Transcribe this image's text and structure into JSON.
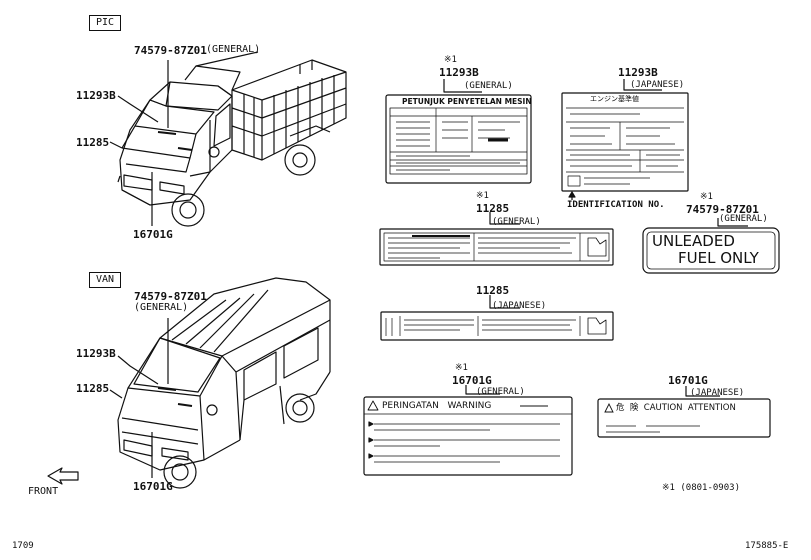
{
  "pic_tag": "PIC",
  "van_tag": "VAN",
  "pic_labels": {
    "part_74579": "74579-87Z01",
    "general": "(GENERAL)",
    "part_11293b": "11293B",
    "part_11285": "11285",
    "part_16701g": "16701G"
  },
  "van_labels": {
    "part_74579": "74579-87Z01",
    "general": "(GENERAL)",
    "part_11293b": "11293B",
    "part_11285": "11285",
    "part_16701g": "16701G"
  },
  "front_label": "FRONT",
  "decals": {
    "d1_mark": "※1",
    "d1_part": "11293B",
    "d1_variant": "(GENERAL)",
    "d1_title": "PETUNJUK PENYETELAN MESIN",
    "d2_part": "11293B",
    "d2_variant": "(JAPANESE)",
    "d2_title": "エンジン基準値",
    "d2_caption": "IDENTIFICATION NO.",
    "d3_mark": "※1",
    "d3_part": "11285",
    "d3_variant": "(GENERAL)",
    "d4_mark": "※1",
    "d4_part": "74579-87Z01",
    "d4_variant": "(GENERAL)",
    "d4_line1": "UNLEADED",
    "d4_line2": "FUEL ONLY",
    "d5_part": "11285",
    "d5_variant": "(JAPANESE)",
    "d6_mark": "※1",
    "d6_part": "16701G",
    "d6_variant": "(GENERAL)",
    "d6_title": "PERINGATAN   WARNING",
    "d7_part": "16701G",
    "d7_variant": "(JAPANESE)",
    "d7_title": "危  険  CAUTION  ATTENTION"
  },
  "footnote": "※1 (0801-0903)",
  "page_code": "1709",
  "figure_code": "175885-E"
}
